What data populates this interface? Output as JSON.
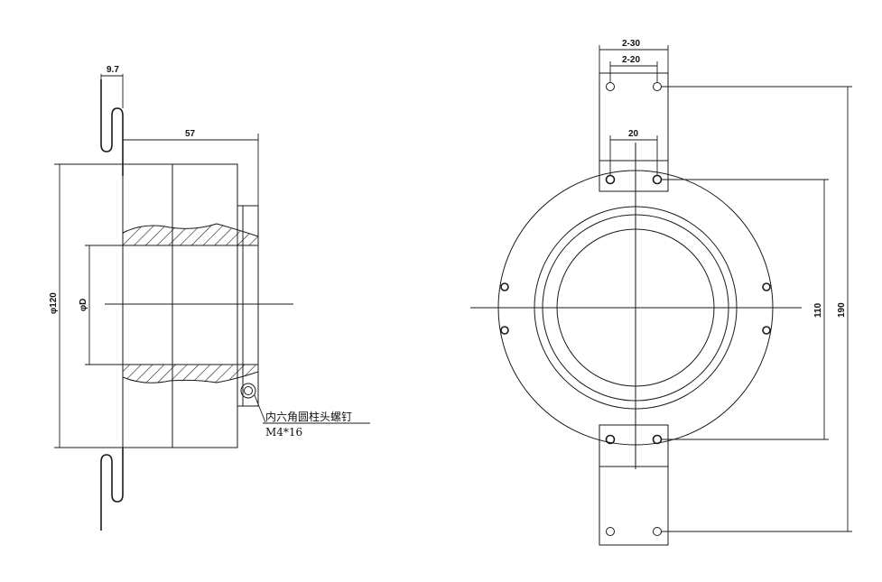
{
  "side_view": {
    "dim_flange_thickness": "9.7",
    "dim_length": "57",
    "dim_outer_dia": "φ120",
    "dim_bore_dia": "φD",
    "screw_callout_line1": "内六角圆柱头螺钉",
    "screw_callout_line2": "M4*16"
  },
  "front_view": {
    "dim_top_outer_spacing": "2-30",
    "dim_top_inner_spacing": "2-20",
    "dim_center_spacing": "20",
    "dim_inner_hole_span": "110",
    "dim_outer_hole_span": "190"
  }
}
